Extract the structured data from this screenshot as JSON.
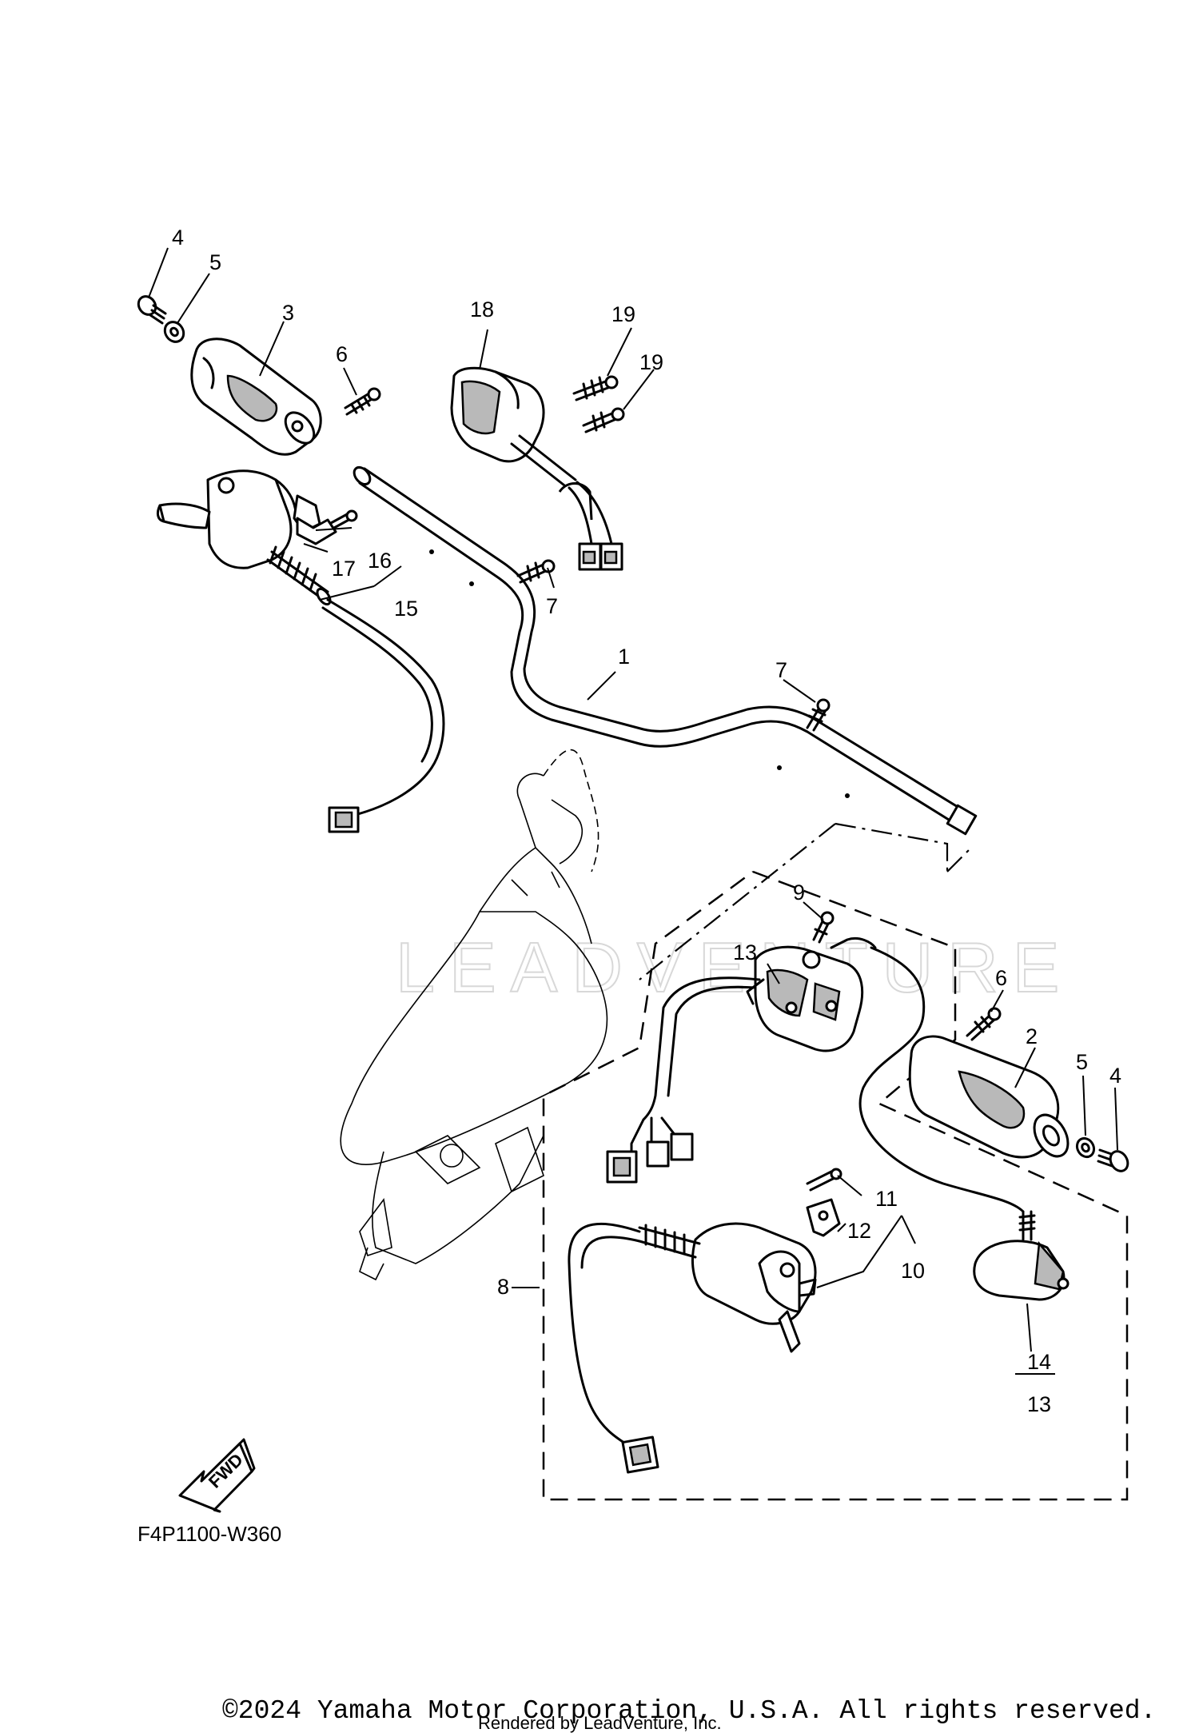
{
  "diagram": {
    "callouts": {
      "c1": "1",
      "c2": "2",
      "c3": "3",
      "c4_left": "4",
      "c4_right": "4",
      "c5_left": "5",
      "c5_right": "5",
      "c6_left": "6",
      "c6_right": "6",
      "c7_left": "7",
      "c7_right": "7",
      "c8": "8",
      "c9": "9",
      "c10": "10",
      "c11": "11",
      "c12": "12",
      "c13_top": "13",
      "c13_bottom": "13",
      "c14": "14",
      "c15": "15",
      "c16": "16",
      "c17": "17",
      "c18": "18",
      "c19_a": "19",
      "c19_b": "19"
    },
    "fwd_label": "FWD",
    "figure_code": "F4P1100-W360"
  },
  "footer": {
    "copyright": "©2024 Yamaha Motor Corporation, U.S.A. All rights reserved.",
    "rendered_by": "Rendered by LeadVenture, Inc."
  },
  "watermark": "LEADVENTURE"
}
